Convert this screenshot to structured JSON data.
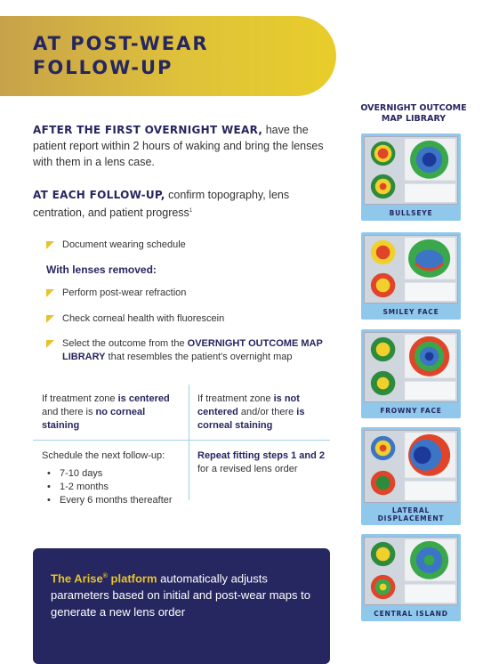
{
  "header": {
    "title_line1": "AT POST-WEAR",
    "title_line2": "FOLLOW-UP"
  },
  "intro1": {
    "lead": "AFTER THE FIRST OVERNIGHT WEAR,",
    "text": " have the patient report within 2 hours of waking and bring the lenses with them in a lens case."
  },
  "intro2": {
    "lead": "AT EACH FOLLOW-UP,",
    "text": " confirm topography, lens centration, and patient progress",
    "sup": "1"
  },
  "checklist": {
    "item1": "Document wearing schedule",
    "subheading": "With lenses removed:",
    "item2": "Perform post-wear refraction",
    "item3": "Check corneal health with fluorescein",
    "item4_pre": "Select the outcome from the ",
    "item4_bold": "OVERNIGHT OUTCOME MAP LIBRARY",
    "item4_post": " that resembles the patient's overnight map"
  },
  "table": {
    "left_head": {
      "pre": "If treatment zone ",
      "bold1": "is centered",
      "mid": " and there is ",
      "bold2": "no corneal staining"
    },
    "right_head": {
      "pre": "If treatment zone ",
      "bold1": "is not centered",
      "mid": " and/or there ",
      "bold2": "is corneal staining"
    },
    "left_body": {
      "text": "Schedule the next follow-up:",
      "bullets": [
        "7-10 days",
        "1-2 months",
        "Every 6 months thereafter"
      ]
    },
    "right_body": {
      "bold": "Repeat fitting steps 1 and 2",
      "text": " for a revised lens order"
    }
  },
  "callout": {
    "brand": "The Arise",
    "reg": "®",
    "brand2": " platform",
    "text": " automatically adjusts parameters based on initial and post-wear maps to generate a new lens order"
  },
  "library": {
    "title": "OVERNIGHT OUTCOME MAP LIBRARY",
    "maps": [
      {
        "label": "BULLSEYE"
      },
      {
        "label": "SMILEY FACE"
      },
      {
        "label": "FROWNY FACE"
      },
      {
        "label": "LATERAL DISPLACEMENT"
      },
      {
        "label": "CENTRAL ISLAND"
      }
    ]
  },
  "colors": {
    "navy": "#262660",
    "gold": "#e6c22c",
    "light_blue": "#8fc8ea"
  }
}
